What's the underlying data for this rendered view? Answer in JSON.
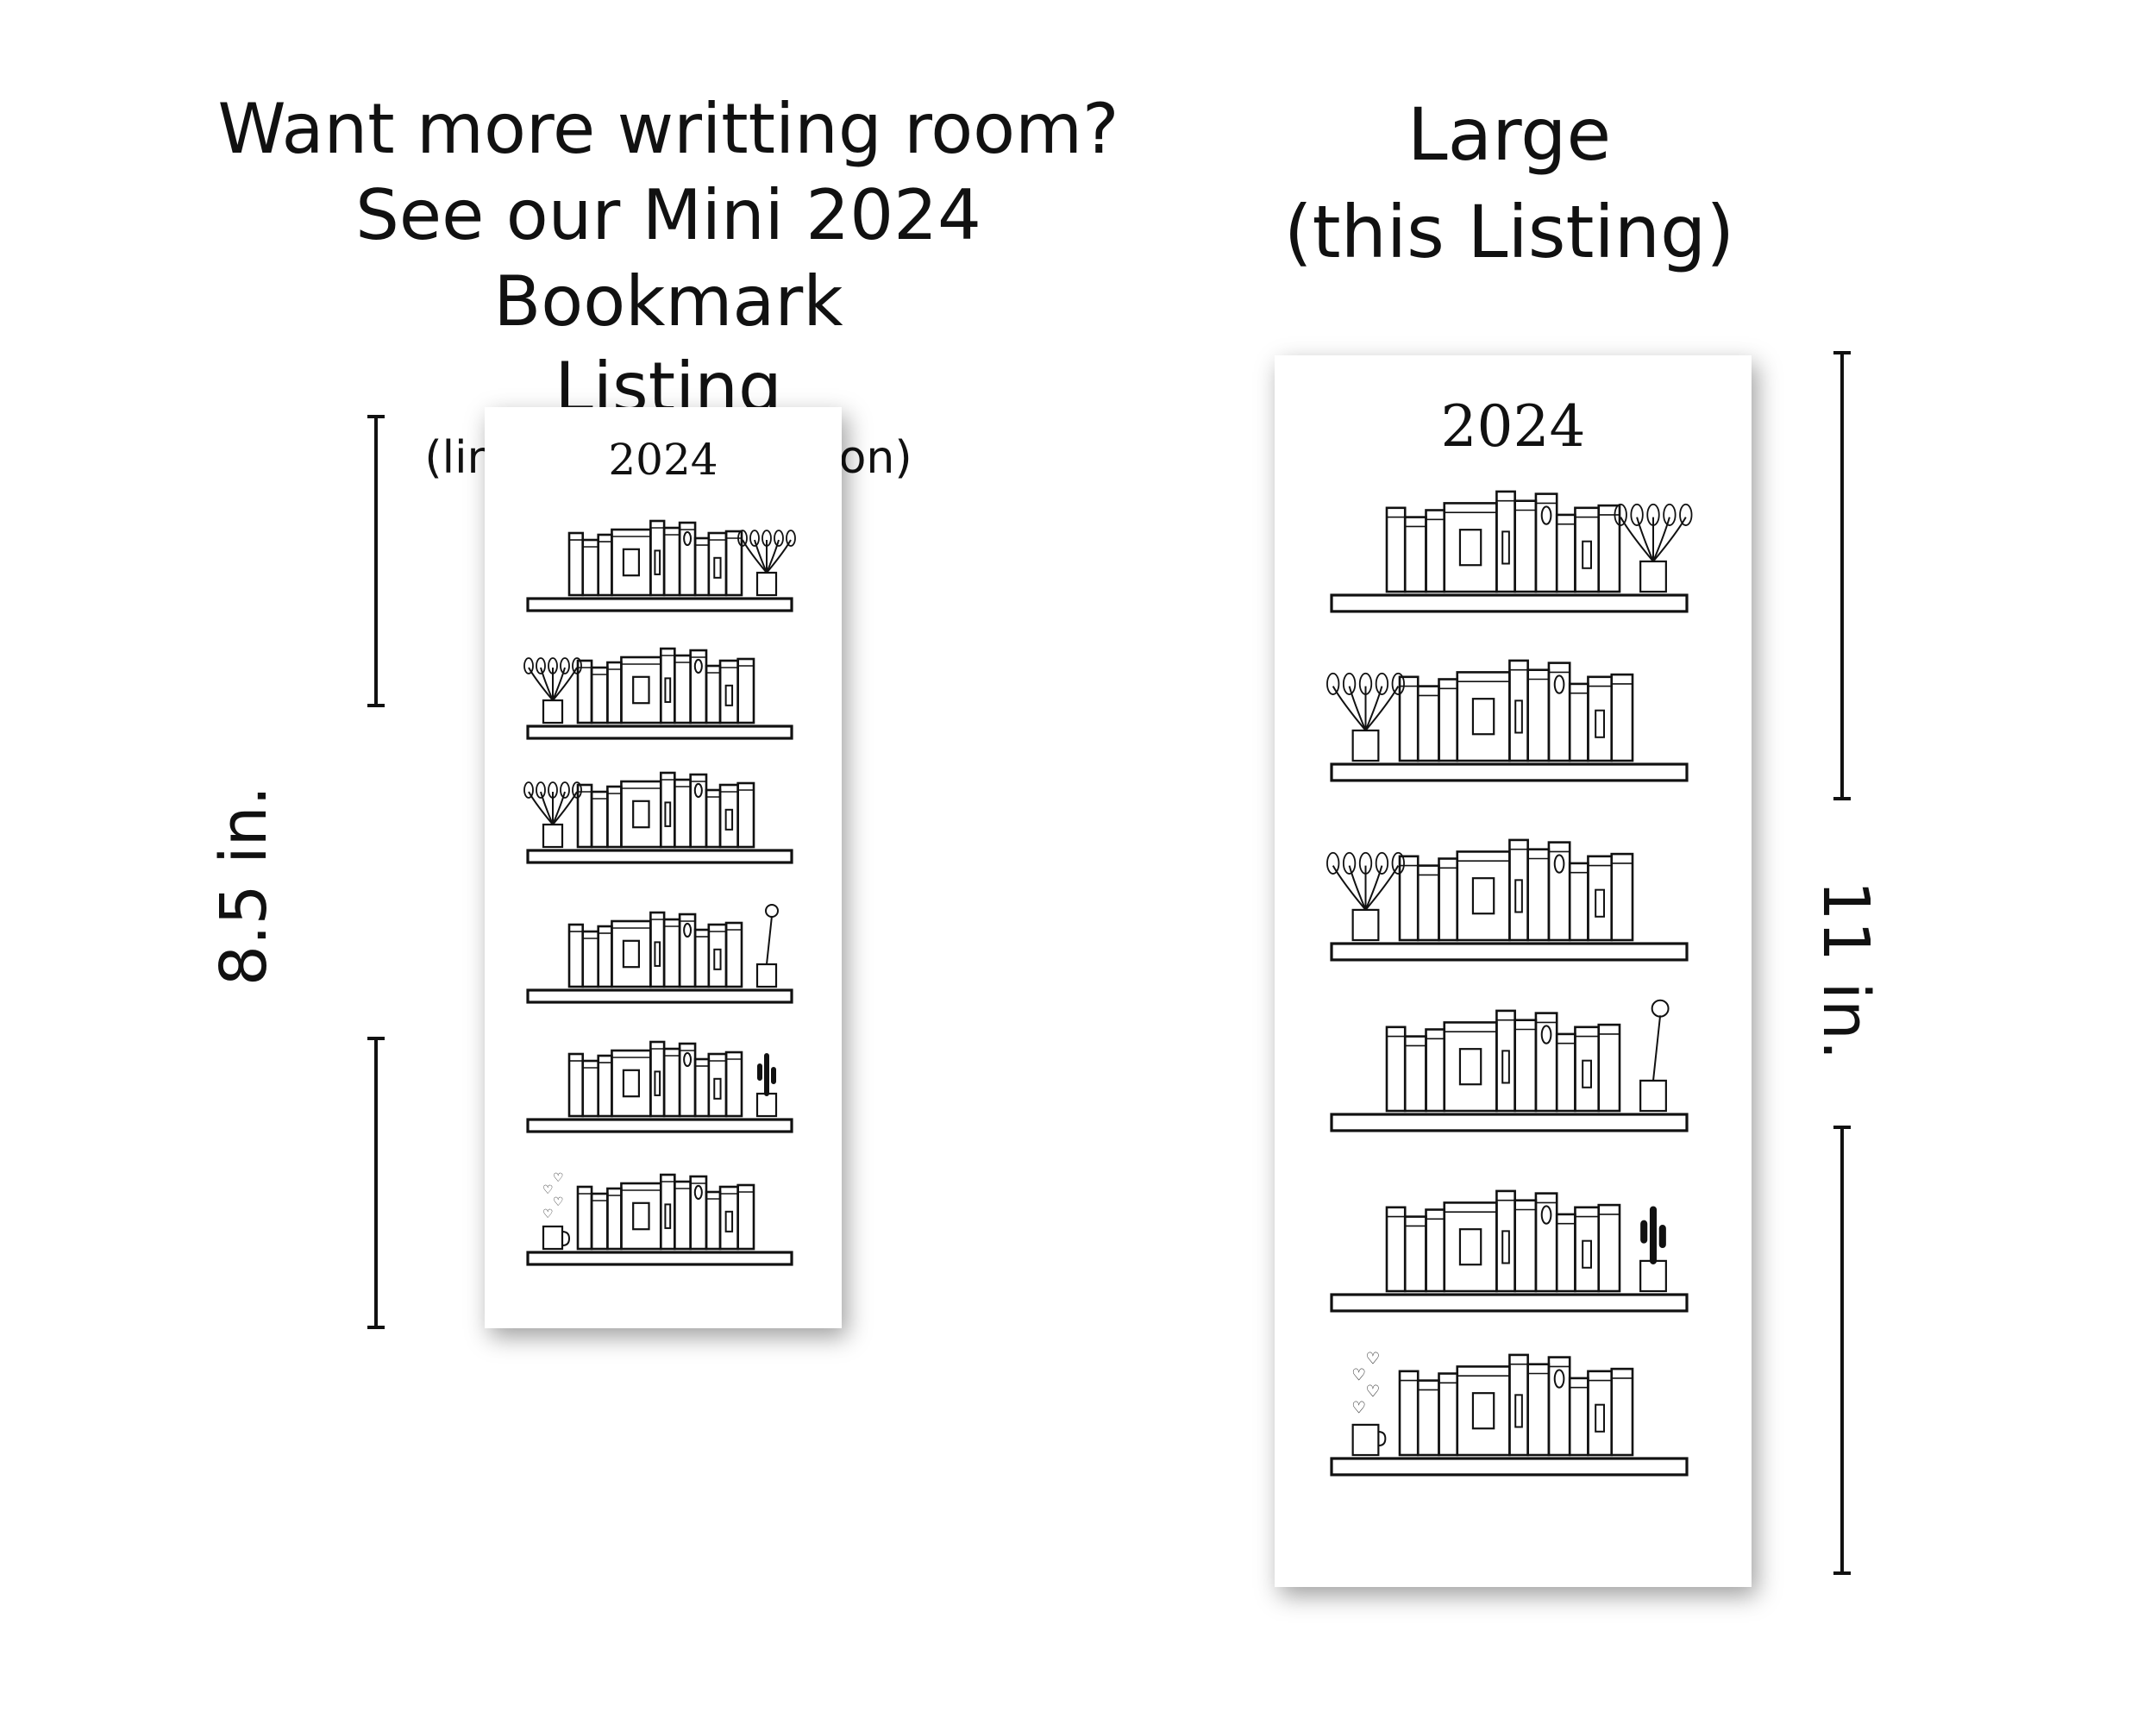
{
  "mini_heading": {
    "line1": "Want more writting room?",
    "line2": "See our Mini 2024 Bookmark",
    "line3": "Listing",
    "note": "(linked in description)"
  },
  "large_heading": {
    "line1": "Large",
    "line2": "(this Listing)"
  },
  "mini_bookmark": {
    "year": "2024",
    "dimension": "8.5 in."
  },
  "large_bookmark": {
    "year": "2024",
    "dimension": "11 in."
  },
  "shelf_decor": [
    "plant-icon",
    "flower-vase-icon",
    "potted-plant-icon",
    "flower-jar-icon",
    "cactus-icon",
    "mug-hearts-icon"
  ],
  "colors": {
    "ink": "#111111",
    "paper": "#ffffff"
  }
}
